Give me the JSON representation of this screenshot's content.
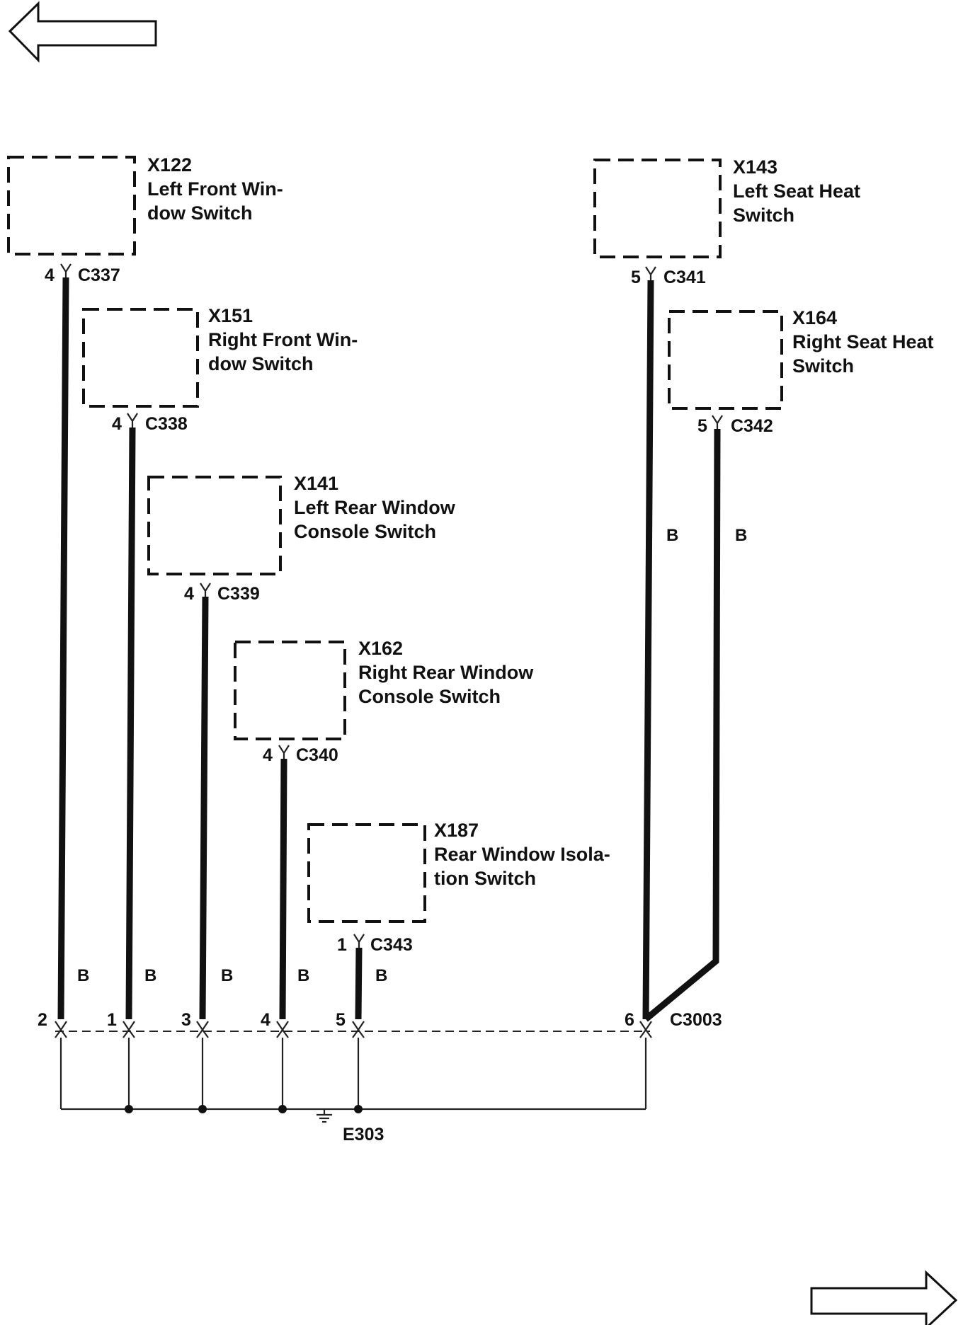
{
  "components": [
    {
      "id": "X122",
      "name_line1": "Left Front Win-",
      "name_line2": "dow Switch",
      "pin": "4",
      "connector": "C337"
    },
    {
      "id": "X151",
      "name_line1": "Right Front Win-",
      "name_line2": "dow Switch",
      "pin": "4",
      "connector": "C338"
    },
    {
      "id": "X141",
      "name_line1": "Left Rear Window",
      "name_line2": "Console Switch",
      "pin": "4",
      "connector": "C339"
    },
    {
      "id": "X162",
      "name_line1": "Right Rear Window",
      "name_line2": "Console Switch",
      "pin": "4",
      "connector": "C340"
    },
    {
      "id": "X187",
      "name_line1": "Rear Window Isola-",
      "name_line2": "tion Switch",
      "pin": "1",
      "connector": "C343"
    },
    {
      "id": "X143",
      "name_line1": "Left Seat Heat",
      "name_line2": "Switch",
      "pin": "5",
      "connector": "C341"
    },
    {
      "id": "X164",
      "name_line1": "Right Seat Heat",
      "name_line2": "Switch",
      "pin": "5",
      "connector": "C342"
    }
  ],
  "wire_color": "B",
  "bottom_connector": {
    "name": "C3003",
    "pins": [
      "2",
      "1",
      "3",
      "4",
      "5",
      "6"
    ]
  },
  "ground": {
    "name": "E303"
  },
  "nav": {
    "prev_icon": "arrow-left-icon",
    "next_icon": "arrow-right-icon"
  }
}
